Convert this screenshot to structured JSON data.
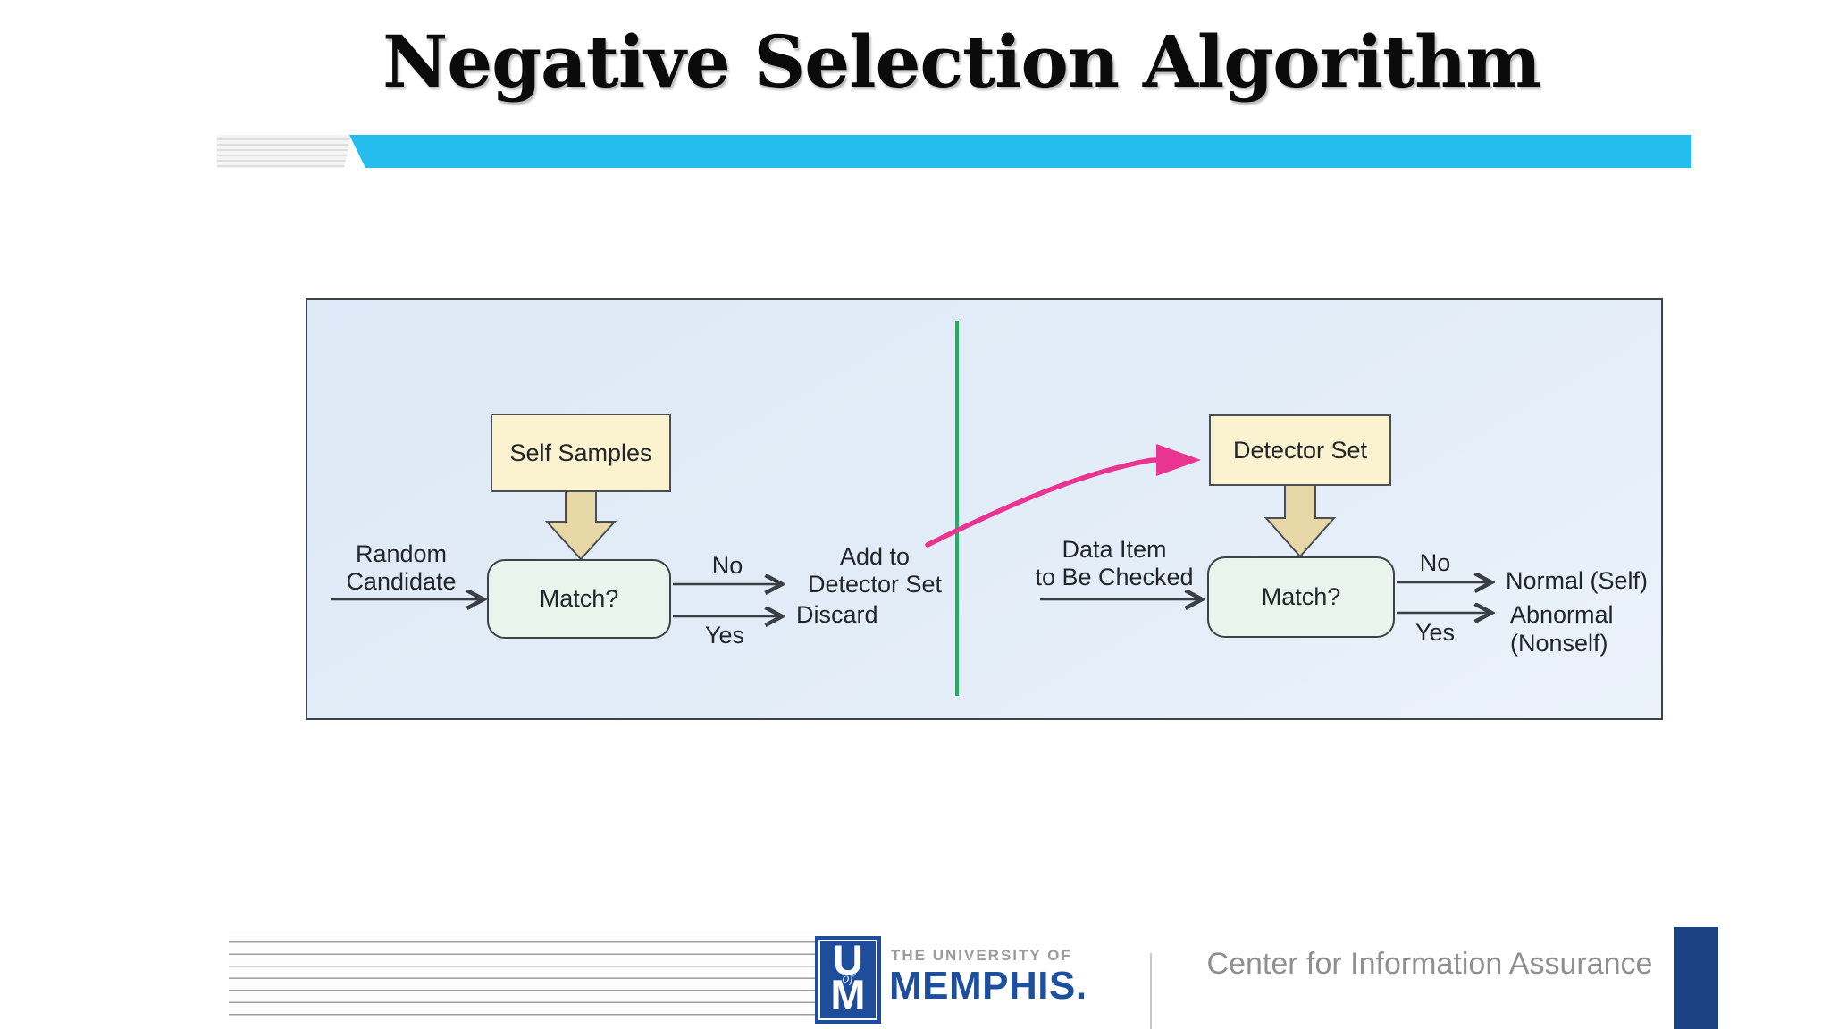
{
  "slide": {
    "title": "Negative Selection Algorithm"
  },
  "header": {
    "accent_color": "#25bdee"
  },
  "diagram": {
    "panel_bg": "#e3edf8",
    "divider_color": "#1cb25b",
    "transfer_arrow_color": "#ea3492",
    "source_box_fill": "#fbf3d0",
    "decision_box_fill": "#e9f4ed",
    "block_arrow_fill": "#e8d8a8",
    "left": {
      "source_box": "Self Samples",
      "input_label": [
        "Random",
        "Candidate"
      ],
      "decision": "Match?",
      "no_label": "No",
      "yes_label": "Yes",
      "no_result": [
        "Add to",
        "Detector Set"
      ],
      "yes_result": "Discard"
    },
    "right": {
      "source_box": "Detector Set",
      "input_label": [
        "Data Item",
        "to Be Checked"
      ],
      "decision": "Match?",
      "no_label": "No",
      "yes_label": "Yes",
      "no_result": "Normal (Self)",
      "yes_result": [
        "Abnormal",
        "(Nonself)"
      ]
    }
  },
  "footer": {
    "logo": {
      "u": "U",
      "of": "of",
      "m": "M",
      "brand_color": "#1e4d9b"
    },
    "university_prefix": "THE UNIVERSITY OF",
    "university_name": "MEMPHIS.",
    "department": "Center for Information Assurance",
    "accent_bar_color": "#1b4384"
  }
}
